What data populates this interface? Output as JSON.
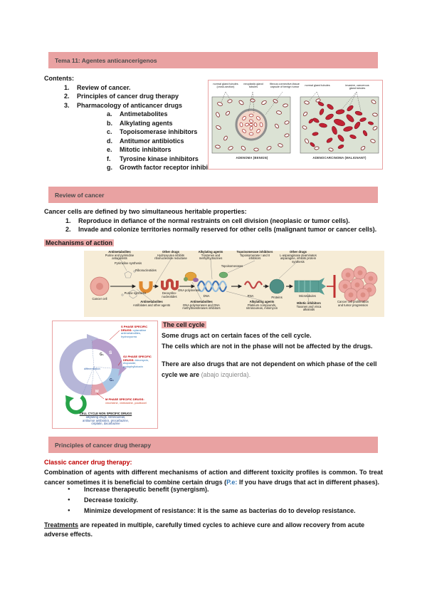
{
  "page_title": "Tema 11: Agentes anticancerígenos",
  "contents": {
    "heading": "Contents:",
    "items": [
      {
        "num": "1.",
        "label": "Review of cancer."
      },
      {
        "num": "2.",
        "label": "Principles of cancer drug therapy"
      },
      {
        "num": "3.",
        "label": "Pharmacology of anticancer drugs"
      }
    ],
    "subitems": [
      {
        "num": "a.",
        "label": "Antimetabolites"
      },
      {
        "num": "b.",
        "label": "Alkylating agents"
      },
      {
        "num": "c.",
        "label": "Topoisomerase inhibitors"
      },
      {
        "num": "d.",
        "label": "Antitumor antibiotics"
      },
      {
        "num": "e.",
        "label": "Mitotic inhibitors"
      },
      {
        "num": "f.",
        "label": "Tyrosine kinase inhibitors"
      },
      {
        "num": "g.",
        "label": "Growth factor receptor inhibitors"
      }
    ]
  },
  "histology": {
    "label_l1": "normal gland tubules (cross-section)",
    "label_l2": "neoplastic gland tubules",
    "label_l3": "fibrous connective-tissue capsule of benign tumor",
    "caption_left": "ADENOMA (BENIGN)",
    "label_r1": "normal gland tubules",
    "label_r2": "invasive, cancerous gland tubules",
    "caption_right": "ADENOCARCINOMA (MALIGNANT)"
  },
  "review": {
    "bar": "Review of cancer",
    "intro": "Cancer cells are defined by two simultaneous heritable properties:",
    "items": [
      {
        "num": "1.",
        "label": "Reproduce in defiance of the normal restraints on cell division (neoplasic or tumor cells)."
      },
      {
        "num": "2.",
        "label": "Invade and colonize territories normally reserved for other cells (malignant tumor or cancer cells)."
      }
    ],
    "mechanisms_heading": "Mechanisms of action"
  },
  "mech": {
    "top": [
      {
        "t": "Antimetabolites",
        "s": "Purine and pyrimidine antagonists"
      },
      {
        "t": "Other drugs",
        "s": "Hydroxyurea inhibits ribonucleotide reductase"
      },
      {
        "t": "Alkylating agents",
        "s": "Triazenes and methylhydrazines"
      },
      {
        "t": "Topoisomerase inhibitors",
        "s": "Topoisomerase I and II inhibitors"
      },
      {
        "t": "Other drugs",
        "s": "L-asparaginase deaminates asparagine, inhibits protein synthesis"
      }
    ],
    "bottom": [
      {
        "t": "Antimetabolites",
        "s": "Antifolates and other agents"
      },
      {
        "t": "Antimetabolites",
        "s": "DNA polymerases and DNA methyltransferases inhibitors"
      },
      {
        "t": "Alkylating agents",
        "s": "Platinum compounds, nitrosoureas, mitomycin"
      },
      {
        "t": "Mitotic inhibitors",
        "s": "Taxanes and vinca alkaloids"
      }
    ],
    "nodes": {
      "cancer_cell": "Cancer cell",
      "pyrimidine": "Pyrimidine synthesis",
      "purine": "Purine synthesis",
      "ribo": "Ribonucleotides",
      "deoxy": "Deoxyribo- nucleotides",
      "dna_pol": "DNA polymerase",
      "dna": "DNA",
      "topo": "Topoisomerases",
      "rna": "RNA",
      "proteins": "Proteins",
      "micro": "Microtubules",
      "prolif": "Cancer cell proliferation and tumor progression"
    }
  },
  "cycle": {
    "phase_g1": "G₁",
    "phase_s": "S",
    "phase_g2": "G₂",
    "phase_m": "M",
    "center": "differentiation",
    "label_s_title": "S PHASE SPECIFIC DRUGS:",
    "label_s_drugs": "cytarabine antimetabolites, hydroxyurea",
    "label_g2_title": "G2 PHASE SPECIFIC DRUGS:",
    "label_g2_drugs": "bleomycin, etoposide, podophyllotoxin",
    "label_m_title": "M PHASE SPECIFIC DRUGS:",
    "label_m_drugs": "vincristine, vinblastine, paclitaxel",
    "nonspecific_title": "CELL CYCLE NON SPECIFIC DRUGS",
    "nonspecific_l1": "alkylating drugs, nitrosoureas,",
    "nonspecific_l2": "antitumor antibiotics, procarbazine,",
    "nonspecific_l3": "cisplatin, dacarbazine"
  },
  "cycle_text": {
    "heading": "The cell cycle",
    "line1": "Some drugs act on certain faces of the cell cycle.",
    "line2": "The cells which are not in the phase will not be affected by the drugs.",
    "line3": "There are also drugs that are not dependent on which phase of the cell cycle we are",
    "line3_note": "(abajo izquierda)."
  },
  "principles": {
    "bar": "Principles of cancer drug therapy",
    "classic_heading": "Classic cancer drug therapy:",
    "para_before": "Combination of agents with different mechanisms of action and different toxicity profiles is common. To treat cancer sometimes it is beneficial to combine certain drugs (",
    "pe": "P.e:",
    "para_after": " If you have drugs that act in different phases).",
    "bullets": [
      "Increase therapeutic benefit (synergism).",
      "Decrease toxicity.",
      "Minimize development of resistance: It is the same as bacterias do to develop resistance."
    ],
    "treatments_word": "Treatments",
    "treatments_rest": " are repeated in multiple, carefully timed cycles to achieve cure and allow recovery from acute adverse effects."
  },
  "colors": {
    "bar_pink": "#e9a2a2",
    "highlight_pink": "#eeadad",
    "red_text": "#c00000",
    "blue_text": "#2e74b5",
    "gray_text": "#8a8a8a"
  }
}
